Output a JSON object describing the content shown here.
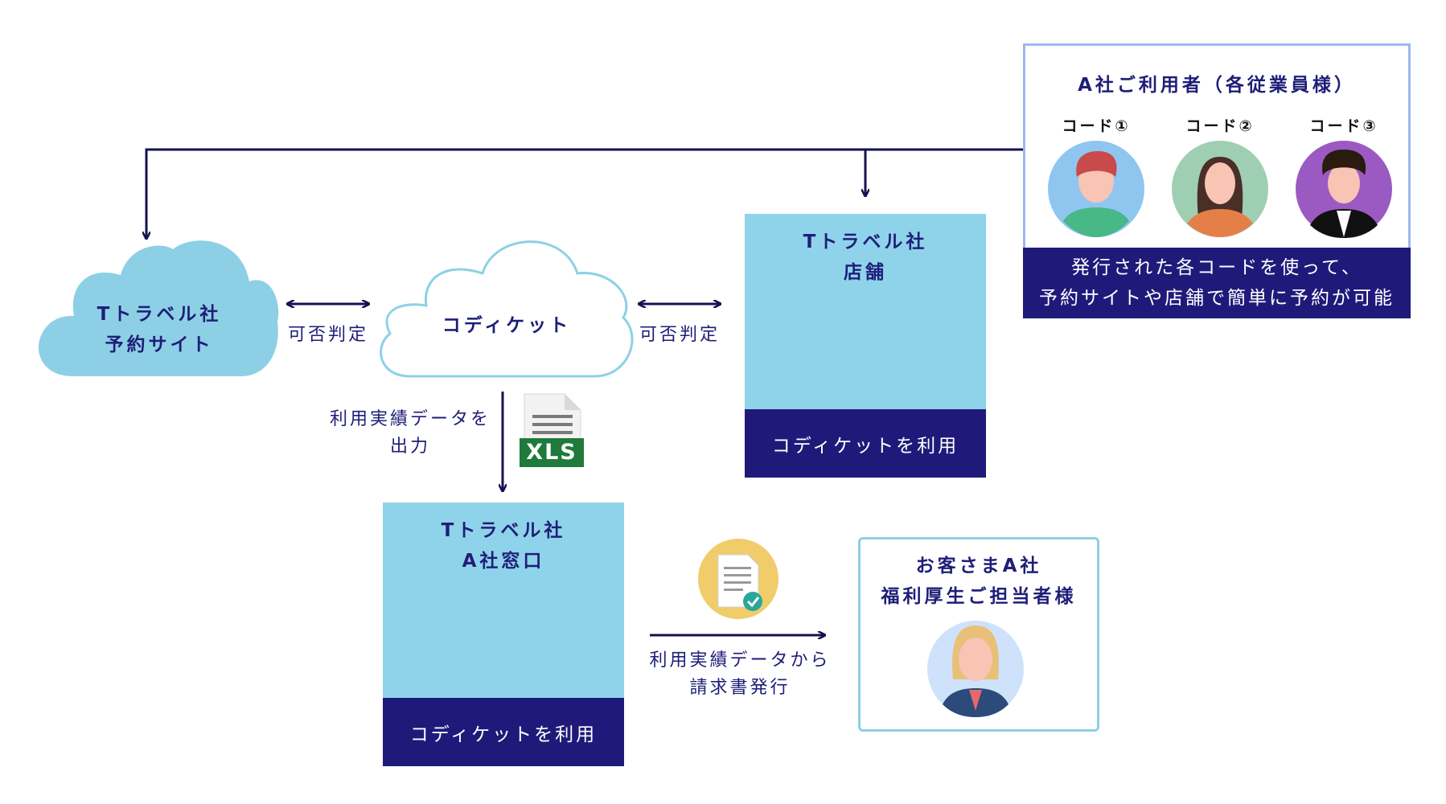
{
  "reservation_site": {
    "title_line1": "Tトラベル社",
    "title_line2": "予約サイト"
  },
  "coticket": {
    "title": "コディケット"
  },
  "judgement_left": "可否判定",
  "judgement_right": "可否判定",
  "store": {
    "title_line1": "Tトラベル社",
    "title_line2": "店舗",
    "footer": "コディケットを利用"
  },
  "users": {
    "title": "A社ご利用者（各従業員様）",
    "codes": [
      "コード①",
      "コード②",
      "コード③"
    ],
    "footer_line1": "発行された各コードを使って、",
    "footer_line2": "予約サイトや店舗で簡単に予約が可能"
  },
  "export": {
    "label_line1": "利用実績データを",
    "label_line2": "出力",
    "file_badge": "XLS"
  },
  "window": {
    "title_line1": "Tトラベル社",
    "title_line2": "A社窓口",
    "footer": "コディケットを利用"
  },
  "invoice": {
    "label_line1": "利用実績データから",
    "label_line2": "請求書発行"
  },
  "client": {
    "title_line1": "お客さまA社",
    "title_line2": "福利厚生ご担当者様"
  },
  "colors": {
    "navy": "#1f1a7a",
    "light_blue": "#8fd3ea",
    "cloud_blue": "#8dd0e6",
    "frame_blue": "#9db8ef"
  }
}
